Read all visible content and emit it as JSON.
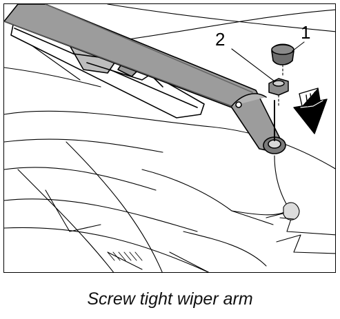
{
  "figure": {
    "callouts": [
      {
        "number": "1",
        "part": "cap"
      },
      {
        "number": "2",
        "part": "nut"
      }
    ]
  },
  "caption": "Screw tight wiper arm"
}
